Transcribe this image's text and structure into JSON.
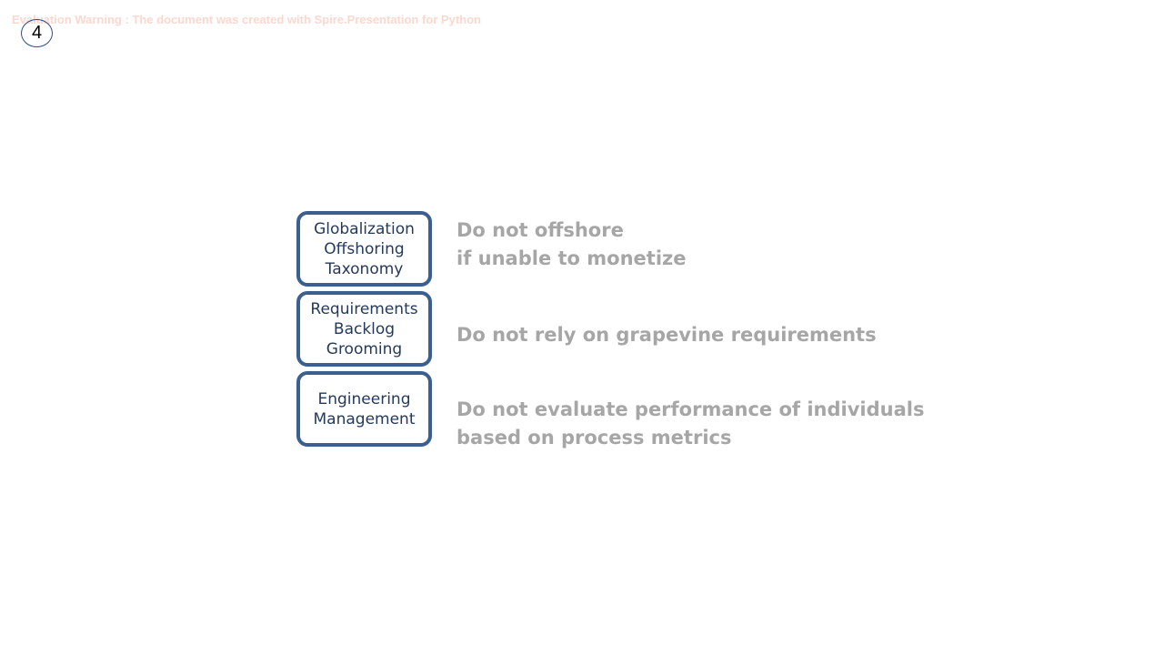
{
  "watermark": "Evaluation Warning : The document was created with Spire.Presentation for Python",
  "slide_number": "4",
  "rows": [
    {
      "topic_lines": [
        "Globalization",
        "Offshoring",
        "Taxonomy"
      ],
      "rule_lines": [
        "Do not offshore",
        "if unable to monetize"
      ]
    },
    {
      "topic_lines": [
        "Requirements",
        "Backlog",
        "Grooming"
      ],
      "rule_lines": [
        "Do not rely on grapevine requirements"
      ]
    },
    {
      "topic_lines": [
        "Engineering",
        "Management"
      ],
      "rule_lines": [
        "Do not evaluate performance of individuals",
        "based on process metrics"
      ]
    }
  ],
  "colors": {
    "box_border": "#3b5f8f",
    "box_text": "#243a5c",
    "rule_text": "#a6a6a6",
    "watermark": "#fbd8cf"
  }
}
